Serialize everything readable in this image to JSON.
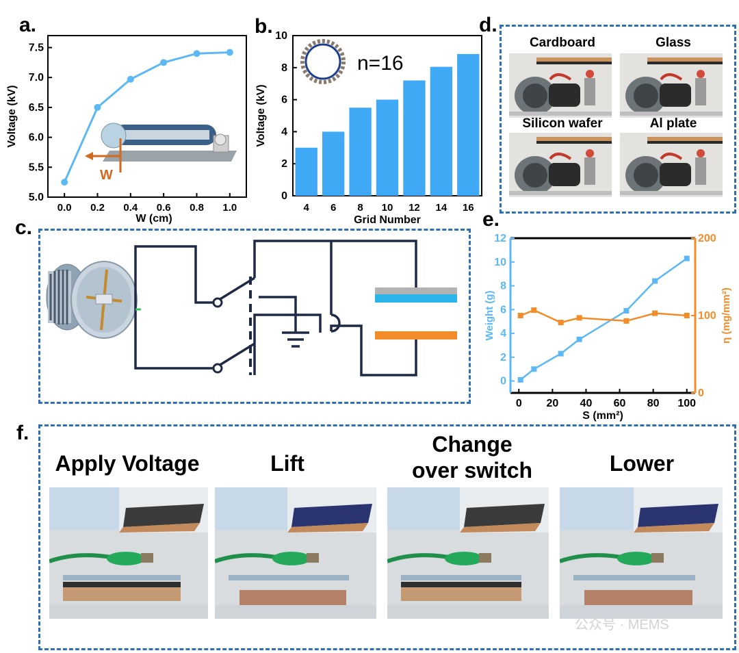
{
  "panels": {
    "a": "a.",
    "b": "b.",
    "c": "c.",
    "d": "d.",
    "e": "e.",
    "f": "f."
  },
  "chart_data": [
    {
      "type": "line",
      "panel": "a",
      "x": [
        0.0,
        0.2,
        0.4,
        0.6,
        0.8,
        1.0
      ],
      "values": [
        5.25,
        6.5,
        6.97,
        7.25,
        7.4,
        7.42
      ],
      "xlabel": "W (cm)",
      "ylabel": "Voltage (kV)",
      "xlim": [
        -0.1,
        1.1
      ],
      "ylim": [
        5.0,
        7.7
      ],
      "xticks": [
        "0.0",
        "0.2",
        "0.4",
        "0.6",
        "0.8",
        "1.0"
      ],
      "yticks": [
        "5.0",
        "5.5",
        "6.0",
        "6.5",
        "7.0",
        "7.5"
      ],
      "inset_label": "W",
      "color": "#5bb8f5"
    },
    {
      "type": "bar",
      "panel": "b",
      "categories": [
        "4",
        "6",
        "8",
        "10",
        "12",
        "14",
        "16"
      ],
      "values": [
        3.0,
        4.0,
        5.5,
        6.0,
        7.2,
        8.05,
        8.85
      ],
      "xlabel": "Grid Number",
      "ylabel": "Voltage (kV)",
      "ylim": [
        0,
        10
      ],
      "yticks": [
        "0",
        "2",
        "4",
        "6",
        "8",
        "10"
      ],
      "annotation": "n=16",
      "color": "#3fa9f5"
    },
    {
      "type": "line",
      "panel": "e",
      "x": [
        1,
        9,
        25,
        36,
        64,
        81,
        100
      ],
      "series": [
        {
          "name": "Weight (g)",
          "values": [
            0.1,
            1.0,
            2.3,
            3.5,
            5.9,
            8.4,
            10.3
          ],
          "color": "#5bb8f5",
          "axis": "left"
        },
        {
          "name": "η (mg/mm²)",
          "values": [
            100,
            107,
            91,
            97,
            93,
            103,
            100
          ],
          "color": "#f28c28",
          "axis": "right"
        }
      ],
      "xlabel": "S (mm²)",
      "ylabel": "Weight (g)",
      "ylabel_right": "η (mg/mm²)",
      "xlim": [
        -5,
        105
      ],
      "ylim": [
        -1,
        12
      ],
      "ylim_right": [
        0,
        200
      ],
      "xticks": [
        "0",
        "20",
        "40",
        "60",
        "80",
        "100"
      ],
      "yticks": [
        "0",
        "2",
        "4",
        "6",
        "8",
        "10",
        "12"
      ],
      "yticks_right": [
        "0",
        "100",
        "200"
      ]
    }
  ],
  "photos_d": [
    "Cardboard",
    "Glass",
    "Silicon wafer",
    "Al plate"
  ],
  "steps_f": [
    "Apply Voltage",
    "Lift",
    "Change over switch",
    "Lower"
  ],
  "colors": {
    "dash": "#2f6fb5",
    "blue": "#3fa9f5",
    "orange": "#f28c28",
    "circuit": "#1e2a44"
  },
  "watermark": "公众号 · MEMS"
}
